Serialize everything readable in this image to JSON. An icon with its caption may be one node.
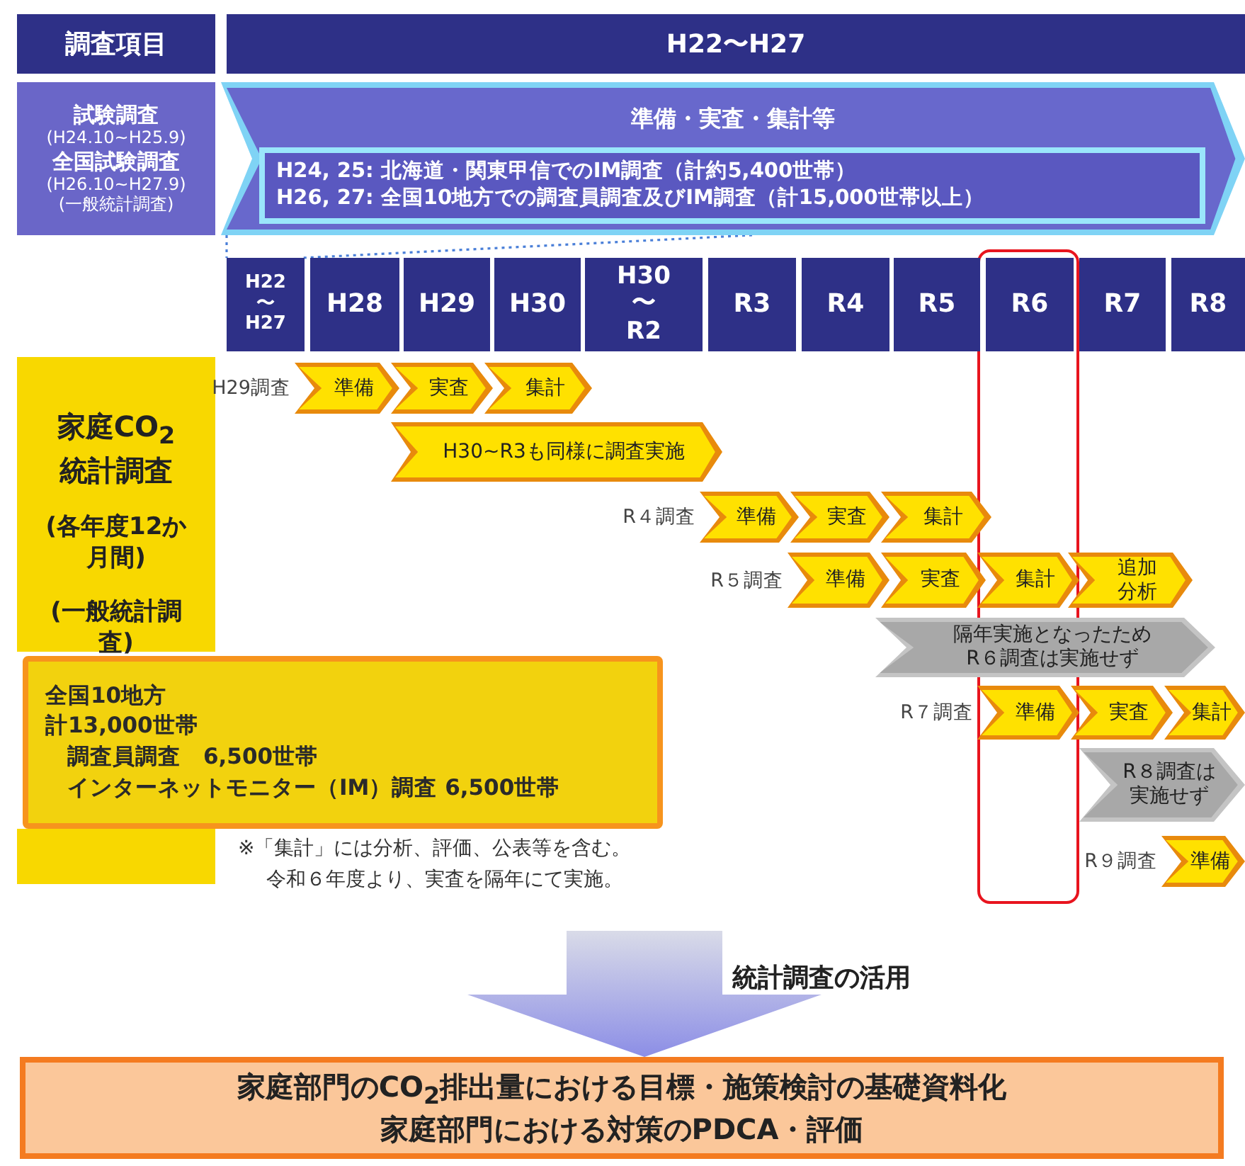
{
  "diagram": {
    "nodes": [
      {
        "text": [
          "調査項目"
        ]
      },
      {
        "text": [
          "H22〜H27"
        ]
      },
      {
        "text": [
          "試験調査",
          "(H24.10~H25.9)",
          "全国試験調査",
          "(H26.10~H27.9)",
          "(一般統計調査)"
        ]
      },
      {
        "text": [
          "準備・実査・集計等"
        ]
      },
      {
        "text": [
          "H24, 25: 北海道・関東甲信でのIM調査（計約5,400世帯）",
          "H26, 27: 全国10地方での調査員調査及びIM調査（計15,000世帯以上）"
        ],
        "in": 3
      },
      {
        "text": [
          "H22 〜 H27"
        ]
      },
      {
        "text": [
          "H28"
        ]
      },
      {
        "text": [
          "H29"
        ]
      },
      {
        "text": [
          "H30"
        ]
      },
      {
        "text": [
          "H30 〜R2"
        ]
      },
      {
        "text": [
          "R3"
        ]
      },
      {
        "text": [
          "R4"
        ]
      },
      {
        "text": [
          "R5"
        ]
      },
      {
        "text": [
          "R6"
        ]
      },
      {
        "text": [
          "R7"
        ]
      },
      {
        "text": [
          "R8"
        ]
      },
      {
        "text": [
          "家庭CO$_{2}$統計調査",
          "(各年度12か月間)",
          "(一般統計調査)"
        ]
      },
      {
        "text": [
          "全国10地方",
          "計13,000世帯",
          "調査員調査　6,500世帯",
          "インターネットモニター（IM）調査 6,500世帯"
        ]
      },
      {
        "text": [
          "準備"
        ],
        "beside": [
          "H29調査"
        ]
      },
      {
        "text": [
          "実査"
        ]
      },
      {
        "text": [
          "集計"
        ]
      },
      {
        "text": [
          "H30~R3も同様に調査実施"
        ]
      },
      {
        "text": [
          "準備"
        ],
        "beside": [
          "R４調査"
        ]
      },
      {
        "text": [
          "実査"
        ]
      },
      {
        "text": [
          "集計"
        ]
      },
      {
        "text": [
          "準備"
        ],
        "beside": [
          "R５調査"
        ]
      },
      {
        "text": [
          "実査"
        ]
      },
      {
        "text": [
          "集計"
        ]
      },
      {
        "text": [
          "追加分析"
        ]
      },
      {
        "text": [
          "隔年実施となったためR６調査は実施せず"
        ]
      },
      {
        "text": [
          "準備"
        ],
        "beside": [
          "R７調査"
        ]
      },
      {
        "text": [
          "実査"
        ]
      },
      {
        "text": [
          "集計"
        ]
      },
      {
        "text": [
          "R８調査は実施せず"
        ]
      },
      {
        "text": [
          "準備"
        ],
        "beside": [
          "R９調査"
        ]
      },
      {
        "text": [
          "家庭部門のCO$_{2}$排出量における目標・施策検討の基礎資料化",
          "家庭部門における対策のPDCA・評価"
        ]
      }
    ],
    "edges": [
      {
        "from": 3,
        "to": 5,
        "arrow": "none",
        "style": "dashed",
        "color": "#4a7fd8"
      },
      {
        "from": 3,
        "to": 5,
        "arrow": "none",
        "style": "dashed",
        "color": "#4a7fd8"
      },
      {
        "from": null,
        "to": 35,
        "arrow": "to",
        "label": "統計調査の活用",
        "style": "thick",
        "color": "#8c8ee6"
      }
    ],
    "labels": [
      "※「集計」には分析、評価、公表等を含む。",
      "令和６年度より、実査を隔年にて実施。"
    ]
  }
}
